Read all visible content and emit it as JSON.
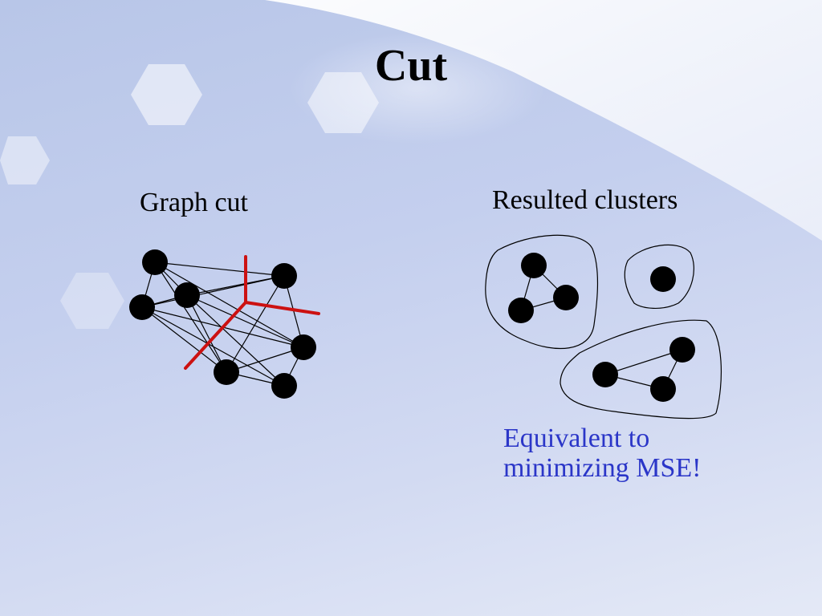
{
  "slide": {
    "title": "Cut",
    "left_label": "Graph cut",
    "right_label": "Resulted clusters",
    "note": [
      "Equivalent to",
      "minimizing MSE!"
    ],
    "colors": {
      "background": "#c4cfee",
      "node": "#000000",
      "cut_line": "#cc1111",
      "note_text": "#2b36c8"
    }
  }
}
